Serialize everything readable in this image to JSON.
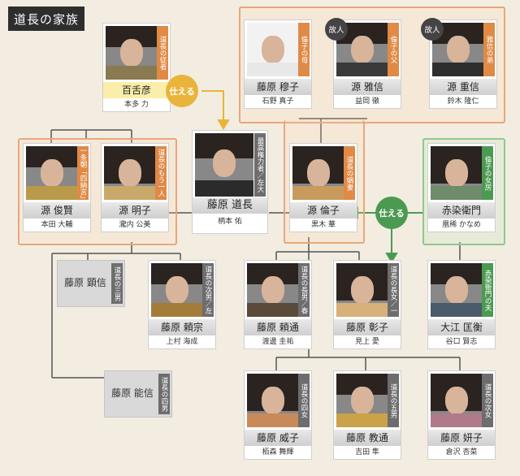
{
  "title": "道長の家族",
  "serves_label": "仕える",
  "deceased_label": "故人",
  "people": {
    "momozuhiko": {
      "name": "百舌彦",
      "actor": "本多 力",
      "role": "道長の従者"
    },
    "michinaga": {
      "name": "藤原 道長",
      "actor": "柄本 佑",
      "role": "最高権力者／左大臣・内覧"
    },
    "rinshi": {
      "name": "源 倫子",
      "actor": "黒木 華",
      "role": "道長の嫡妻"
    },
    "akazome": {
      "name": "赤染衛門",
      "actor": "凰稀 かなめ",
      "role": "倫子の女房"
    },
    "bokushi": {
      "name": "藤原 穆子",
      "actor": "石野 真子",
      "role": "倫子の母"
    },
    "masanobu": {
      "name": "源 雅信",
      "actor": "益岡 徹",
      "role": "倫子の父"
    },
    "shigenobu": {
      "name": "源 重信",
      "actor": "鈴木 隆仁",
      "role": "雅信の弟"
    },
    "toshikata": {
      "name": "源 俊賢",
      "actor": "本田 大輔",
      "role": "一条朝「四納言」／権中納言"
    },
    "meishi": {
      "name": "源 明子",
      "actor": "瀧内 公美",
      "role": "道長のもう一人の妻"
    },
    "akinobu": {
      "name": "藤原 顕信",
      "role": "道長の三男"
    },
    "yorimune": {
      "name": "藤原 頼宗",
      "actor": "上村 海成",
      "role": "道長の次男／左少将"
    },
    "yorimichi": {
      "name": "藤原 頼通",
      "actor": "渡邊 圭祐",
      "role": "道長の長男／春宮権大夫"
    },
    "shoshi": {
      "name": "藤原 彰子",
      "actor": "見上 愛",
      "role": "道長の長女／一条天皇の中宮"
    },
    "masahira": {
      "name": "大江 匡衡",
      "actor": "谷口 賢志",
      "role": "赤染衛門の夫"
    },
    "yoshinobu": {
      "name": "藤原 能信",
      "role": "道長の四男"
    },
    "ishi": {
      "name": "藤原 威子",
      "actor": "栢森 舞輝",
      "role": "道長の四女"
    },
    "norimichi": {
      "name": "藤原 教通",
      "actor": "吉田 隼",
      "role": "道長の五男"
    },
    "kenshi": {
      "name": "藤原 妍子",
      "actor": "倉沢 杏菜",
      "role": "道長の次女"
    }
  },
  "colors": {
    "orange": "#e08a45",
    "green": "#4c9a52",
    "yellow_arrow": "#e9b43b",
    "line": "#555555"
  }
}
